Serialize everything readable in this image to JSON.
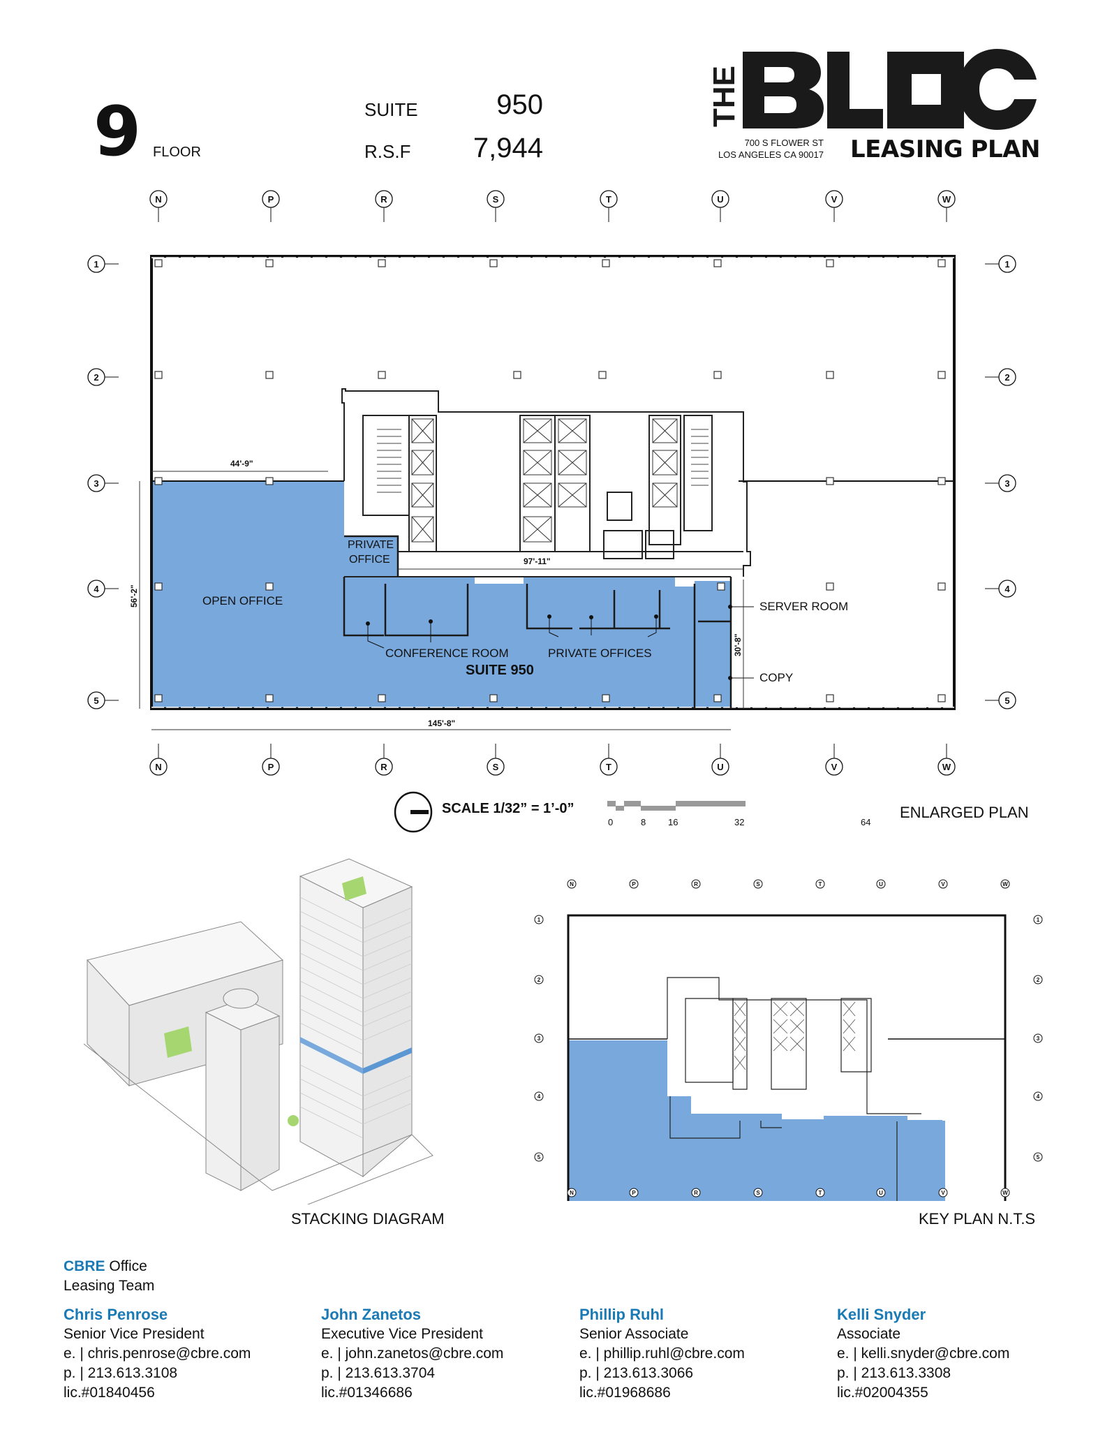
{
  "header": {
    "floor_number": "9",
    "floor_label": "FLOOR",
    "suite_label": "SUITE",
    "suite_value": "950",
    "rsf_label": "R.S.F",
    "rsf_value": "7,944"
  },
  "logo": {
    "the": "THE",
    "bloc": "BLOC",
    "address_line1": "700 S FLOWER ST",
    "address_line2": "LOS ANGELES CA 90017",
    "subtitle": "LEASING PLAN"
  },
  "plan": {
    "grid_columns": [
      "N",
      "P",
      "R",
      "S",
      "T",
      "U",
      "V",
      "W"
    ],
    "grid_rows": [
      "1",
      "2",
      "3",
      "4",
      "5"
    ],
    "labels": {
      "private_office": [
        "PRIVATE",
        "OFFICE"
      ],
      "open_office": "OPEN OFFICE",
      "conference_room": "CONFERENCE ROOM",
      "private_offices": "PRIVATE OFFICES",
      "suite": "SUITE 950",
      "server_room": "SERVER ROOM",
      "copy": "COPY"
    },
    "dimensions": {
      "top_left_width": "44'-9\"",
      "core_width": "97'-11\"",
      "suite_depth": "56'-2\"",
      "server_depth": "30'-8\"",
      "suite_width": "145'-8\""
    },
    "suite_color": "#79a9dc"
  },
  "scale": {
    "label": "SCALE 1/32” = 1’-0”",
    "ticks": [
      "0",
      "8",
      "16",
      "32",
      "64"
    ],
    "plan_caption": "ENLARGED PLAN"
  },
  "stacking": {
    "caption": "STACKING DIAGRAM"
  },
  "keyplan": {
    "caption": "KEY PLAN N.T.S"
  },
  "team": {
    "brand": "CBRE",
    "heading_rest": "Office",
    "heading_line2": "Leasing Team",
    "contacts": [
      {
        "name": "Chris Penrose",
        "title": "Senior Vice President",
        "email": "e. | chris.penrose@cbre.com",
        "phone": "p. | 213.613.3108",
        "license": "lic.#01840456"
      },
      {
        "name": "John Zanetos",
        "title": "Executive Vice President",
        "email": "e. | john.zanetos@cbre.com",
        "phone": "p. | 213.613.3704",
        "license": "lic.#01346686"
      },
      {
        "name": "Phillip Ruhl",
        "title": "Senior Associate",
        "email": "e. | phillip.ruhl@cbre.com",
        "phone": "p. | 213.613.3066",
        "license": "lic.#01968686"
      },
      {
        "name": "Kelli Snyder",
        "title": "Associate",
        "email": "e. | kelli.snyder@cbre.com",
        "phone": "p. | 213.613.3308",
        "license": "lic.#02004355"
      }
    ]
  }
}
